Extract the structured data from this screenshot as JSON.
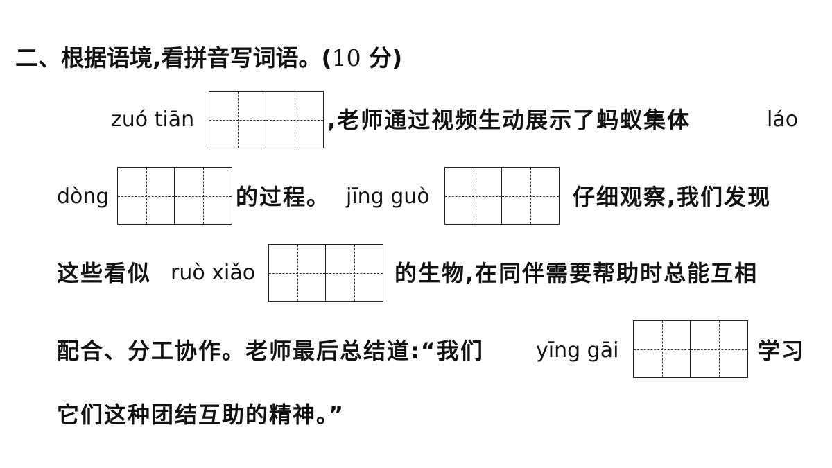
{
  "heading": {
    "prefix": "二、根据语境,看拼音写词语。(",
    "points": "10",
    "suffix": " 分)"
  },
  "paragraph": {
    "t1": ",老师通过视频生动展示了蚂蚁集体",
    "t2": "的过程。",
    "t3": "仔细观察,我们发现",
    "t4": "这些看似",
    "t5": "的生物,在同伴需要帮助时总能互相",
    "t6": "配合、分工协作。老师最后总结道:“我们",
    "t7": "学习",
    "t8": "它们这种团结互助的精神。”"
  },
  "blanks": [
    {
      "pinyin": "zuó tiān"
    },
    {
      "pinyin": "láo"
    },
    {
      "pinyin": "dòng"
    },
    {
      "pinyin": "jīng guò"
    },
    {
      "pinyin": "ruò xiǎo"
    },
    {
      "pinyin": "yīng gāi"
    }
  ]
}
